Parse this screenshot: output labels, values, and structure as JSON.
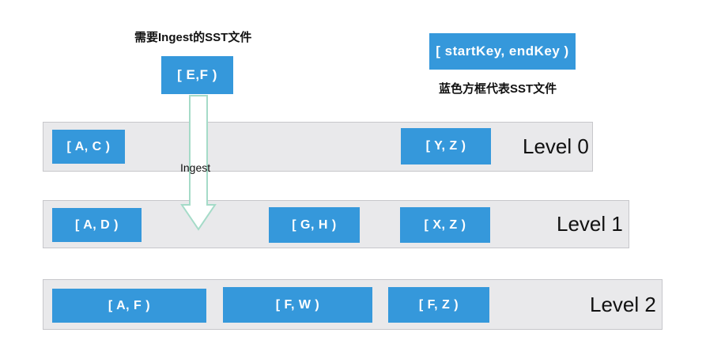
{
  "title": "需要Ingest的SST文件",
  "ingest_file": {
    "label": "[ E,F )"
  },
  "arrow": {
    "label": "Ingest",
    "icon": "down-arrow"
  },
  "legend": {
    "box_label": "[ startKey, endKey )",
    "caption": "蓝色方框代表SST文件"
  },
  "levels": [
    {
      "name": "Level 0",
      "files": [
        "[ A, C )",
        "[ Y, Z )"
      ]
    },
    {
      "name": "Level 1",
      "files": [
        "[ A, D )",
        "[ G, H )",
        "[ X, Z )"
      ]
    },
    {
      "name": "Level 2",
      "files": [
        "[ A, F )",
        "[ F, W )",
        "[ F, Z )"
      ]
    }
  ],
  "colors": {
    "sst_blue": "#3598DB",
    "sst_text": "#FFFFFF",
    "level_bg": "#E9E9EB",
    "level_border": "#C7C7CB",
    "arrow_stroke": "#A5DBC8",
    "arrow_fill": "#FFFFFF",
    "text": "#111111"
  }
}
